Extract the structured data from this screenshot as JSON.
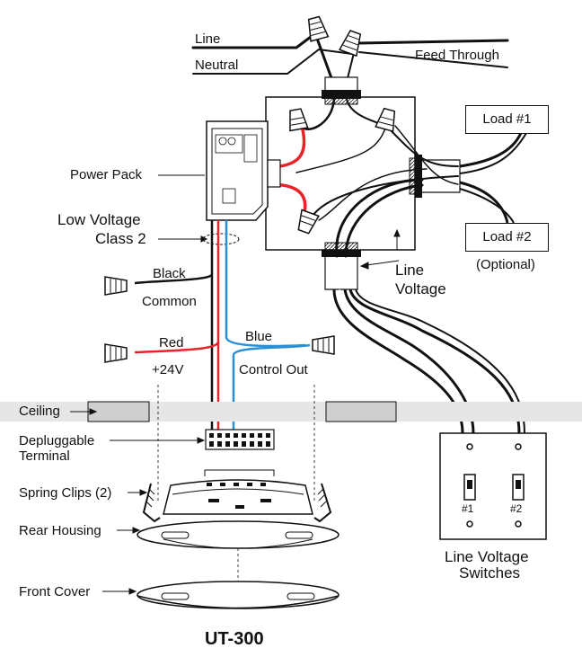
{
  "labels": {
    "line": "Line",
    "neutral": "Neutral",
    "feed_through": "Feed Through",
    "load1": "Load #1",
    "load2": "Load #2",
    "optional": "(Optional)",
    "power_pack": "Power Pack",
    "low_voltage_1": "Low Voltage",
    "low_voltage_2": "Class 2",
    "line_voltage_1": "Line",
    "line_voltage_2": "Voltage",
    "black": "Black",
    "common": "Common",
    "red": "Red",
    "plus24v": "+24V",
    "blue": "Blue",
    "control_out": "Control Out",
    "ceiling": "Ceiling",
    "depluggable_1": "Depluggable",
    "depluggable_2": "Terminal",
    "spring_clips": "Spring Clips (2)",
    "rear_housing": "Rear Housing",
    "front_cover": "Front Cover",
    "switch1": "#1",
    "switch2": "#2",
    "switches_1": "Line Voltage",
    "switches_2": "Switches",
    "model": "UT-300"
  },
  "colors": {
    "red_wire": "#e8232a",
    "blue_wire": "#2b8fd6",
    "black_wire": "#111111",
    "ceiling_fill": "#e6e6e6"
  }
}
